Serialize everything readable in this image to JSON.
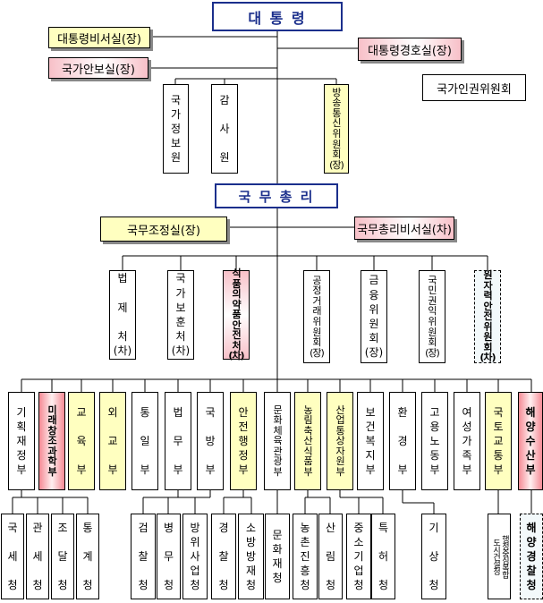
{
  "president": "대 통 령",
  "pm": "국 무 총 리",
  "president_staff": {
    "chief_secretary": "대통령비서실(장)",
    "security_office": "국가안보실(장)",
    "security_service": "대통령경호실(장)",
    "human_rights": "국가인권위원회"
  },
  "president_agencies": {
    "nis": "국\n가\n정\n보\n원",
    "audit": "감\n\n사\n\n원",
    "kcc": "방\n송\n통\n신\n위\n원\n회\n(장)"
  },
  "pm_staff": {
    "coordination": "국무조정실(장)",
    "secretariat": "국무총리비서실(차)"
  },
  "pm_agencies": [
    {
      "id": "legislation",
      "text": "법\n\n제\n\n처\n(차)"
    },
    {
      "id": "veterans",
      "text": "국\n가\n보\n훈\n처\n(차)"
    },
    {
      "id": "food-drug",
      "text": "식\n품\n의\n약\n품\n안\n전\n처\n(차)"
    },
    {
      "id": "ftc",
      "text": "공\n정\n거\n래\n위\n원\n회\n(장)"
    },
    {
      "id": "fsc",
      "text": "금\n융\n위\n원\n회\n(장)"
    },
    {
      "id": "acrc",
      "text": "국\n민\n권\n익\n위\n원\n회\n(장)"
    },
    {
      "id": "nssc",
      "text": "원\n자\n력\n안\n전\n위\n원\n회\n(차)"
    }
  ],
  "ministries": [
    {
      "id": "strategy-finance",
      "text": "기\n획\n재\n정\n부"
    },
    {
      "id": "science-ict",
      "text": "미\n래\n창\n조\n과\n학\n부"
    },
    {
      "id": "education",
      "text": "교\n\n육\n\n부"
    },
    {
      "id": "foreign-affairs",
      "text": "외\n\n교\n\n부"
    },
    {
      "id": "unification",
      "text": "통\n\n일\n\n부"
    },
    {
      "id": "justice",
      "text": "법\n\n무\n\n부"
    },
    {
      "id": "defense",
      "text": "국\n\n방\n\n부"
    },
    {
      "id": "security-public-admin",
      "text": "안\n전\n행\n정\n부"
    },
    {
      "id": "culture-sports-tourism",
      "text": "문\n화\n체\n육\n관\n광\n부"
    },
    {
      "id": "agriculture",
      "text": "농\n림\n축\n산\n식\n품\n부"
    },
    {
      "id": "trade-industry-energy",
      "text": "산\n업\n통\n상\n자\n원\n부"
    },
    {
      "id": "health-welfare",
      "text": "보\n건\n복\n지\n부"
    },
    {
      "id": "environment",
      "text": "환\n\n경\n\n부"
    },
    {
      "id": "employment-labor",
      "text": "고\n용\n노\n동\n부"
    },
    {
      "id": "gender-family",
      "text": "여\n성\n가\n족\n부"
    },
    {
      "id": "land-transport",
      "text": "국\n토\n교\n통\n부"
    },
    {
      "id": "oceans-fisheries",
      "text": "해\n양\n수\n산\n부"
    }
  ],
  "agencies": [
    {
      "id": "tax",
      "text": "국\n\n세\n\n청"
    },
    {
      "id": "customs",
      "text": "관\n\n세\n\n청"
    },
    {
      "id": "procurement",
      "text": "조\n\n달\n\n청"
    },
    {
      "id": "statistics",
      "text": "통\n\n계\n\n청"
    },
    {
      "id": "prosecution",
      "text": "검\n\n찰\n\n청"
    },
    {
      "id": "military-manpower",
      "text": "병\n\n무\n\n청"
    },
    {
      "id": "dapa",
      "text": "방\n위\n사\n업\n청"
    },
    {
      "id": "police",
      "text": "경\n\n찰\n\n청"
    },
    {
      "id": "nema",
      "text": "소\n방\n방\n재\n청"
    },
    {
      "id": "cultural-heritage",
      "text": "문\n화\n재\n청"
    },
    {
      "id": "rda",
      "text": "농\n촌\n진\n흥\n청"
    },
    {
      "id": "forest",
      "text": "산\n\n림\n\n청"
    },
    {
      "id": "smba",
      "text": "중\n소\n기\n업\n청"
    },
    {
      "id": "kipo",
      "text": "특\n\n허\n\n청"
    },
    {
      "id": "kma",
      "text": "기\n\n상\n\n청"
    },
    {
      "id": "macc",
      "text": "행정중심복합\n도시건설청"
    },
    {
      "id": "coast-guard",
      "text": "해\n양\n경\n찰\n청"
    }
  ]
}
